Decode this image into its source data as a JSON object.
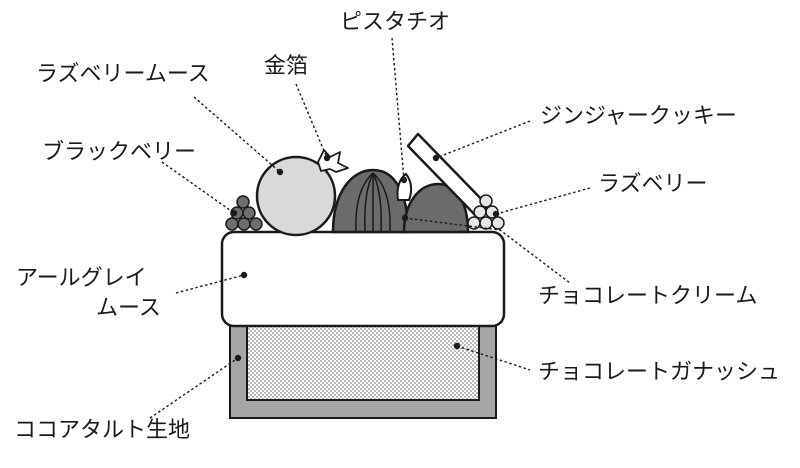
{
  "labels": {
    "pistachio": "ピスタチオ",
    "raspberry_mousse": "ラズベリームース",
    "gold_leaf": "金箔",
    "ginger_cookie": "ジンジャークッキー",
    "blackberry": "ブラックベリー",
    "raspberry": "ラズベリー",
    "earl_grey_mousse_line1": "アールグレイ",
    "earl_grey_mousse_line2": "ムース",
    "chocolate_cream": "チョコレートクリーム",
    "chocolate_ganache": "チョコレートガナッシュ",
    "cocoa_tart": "ココアタルト生地"
  },
  "colors": {
    "stroke": "#1a1a1a",
    "tart_shell": "#a6a6a6",
    "ganache_fill": "#ffffff",
    "mousse_fill": "#ffffff",
    "raspberry_mousse_fill": "#d9d9d9",
    "chocolate_cream_fill": "#6b6b6b",
    "berry_dark": "#6e6e6e",
    "berry_light": "#e6e6e6"
  }
}
